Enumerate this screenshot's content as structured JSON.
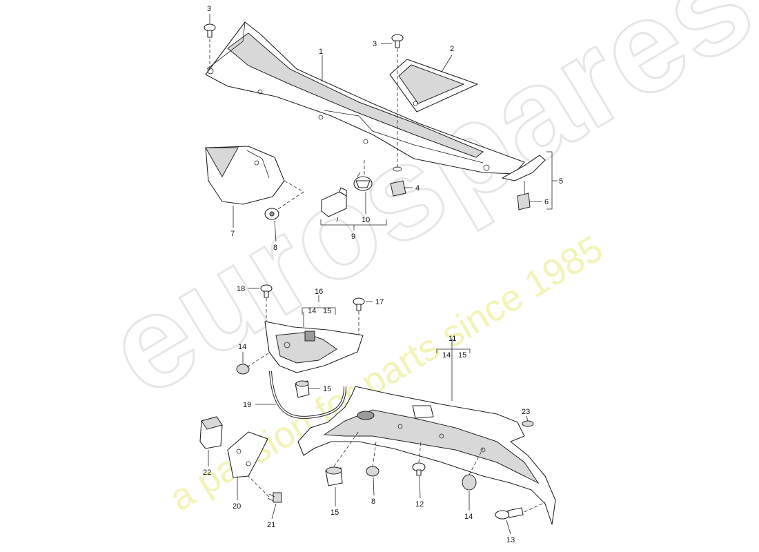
{
  "watermark": {
    "brand": "eurospares",
    "tagline": "a passion for parts since 1985"
  },
  "callouts": {
    "c1": "1",
    "c2": "2",
    "c3a": "3",
    "c3b": "3",
    "c4": "4",
    "c5": "5",
    "c6": "6",
    "c7": "7",
    "c8a": "8",
    "c8b": "8",
    "c9": "9",
    "c10": "10",
    "c11": "11",
    "c11_14": "14",
    "c11_15": "15",
    "c12": "12",
    "c13": "13",
    "c14a": "14",
    "c14b": "14",
    "c15a": "15",
    "c15b": "15",
    "c16": "16",
    "c16_14": "14",
    "c16_15": "15",
    "c17": "17",
    "c18": "18",
    "c19": "19",
    "c20": "20",
    "c21": "21",
    "c22": "22",
    "c23": "23"
  }
}
